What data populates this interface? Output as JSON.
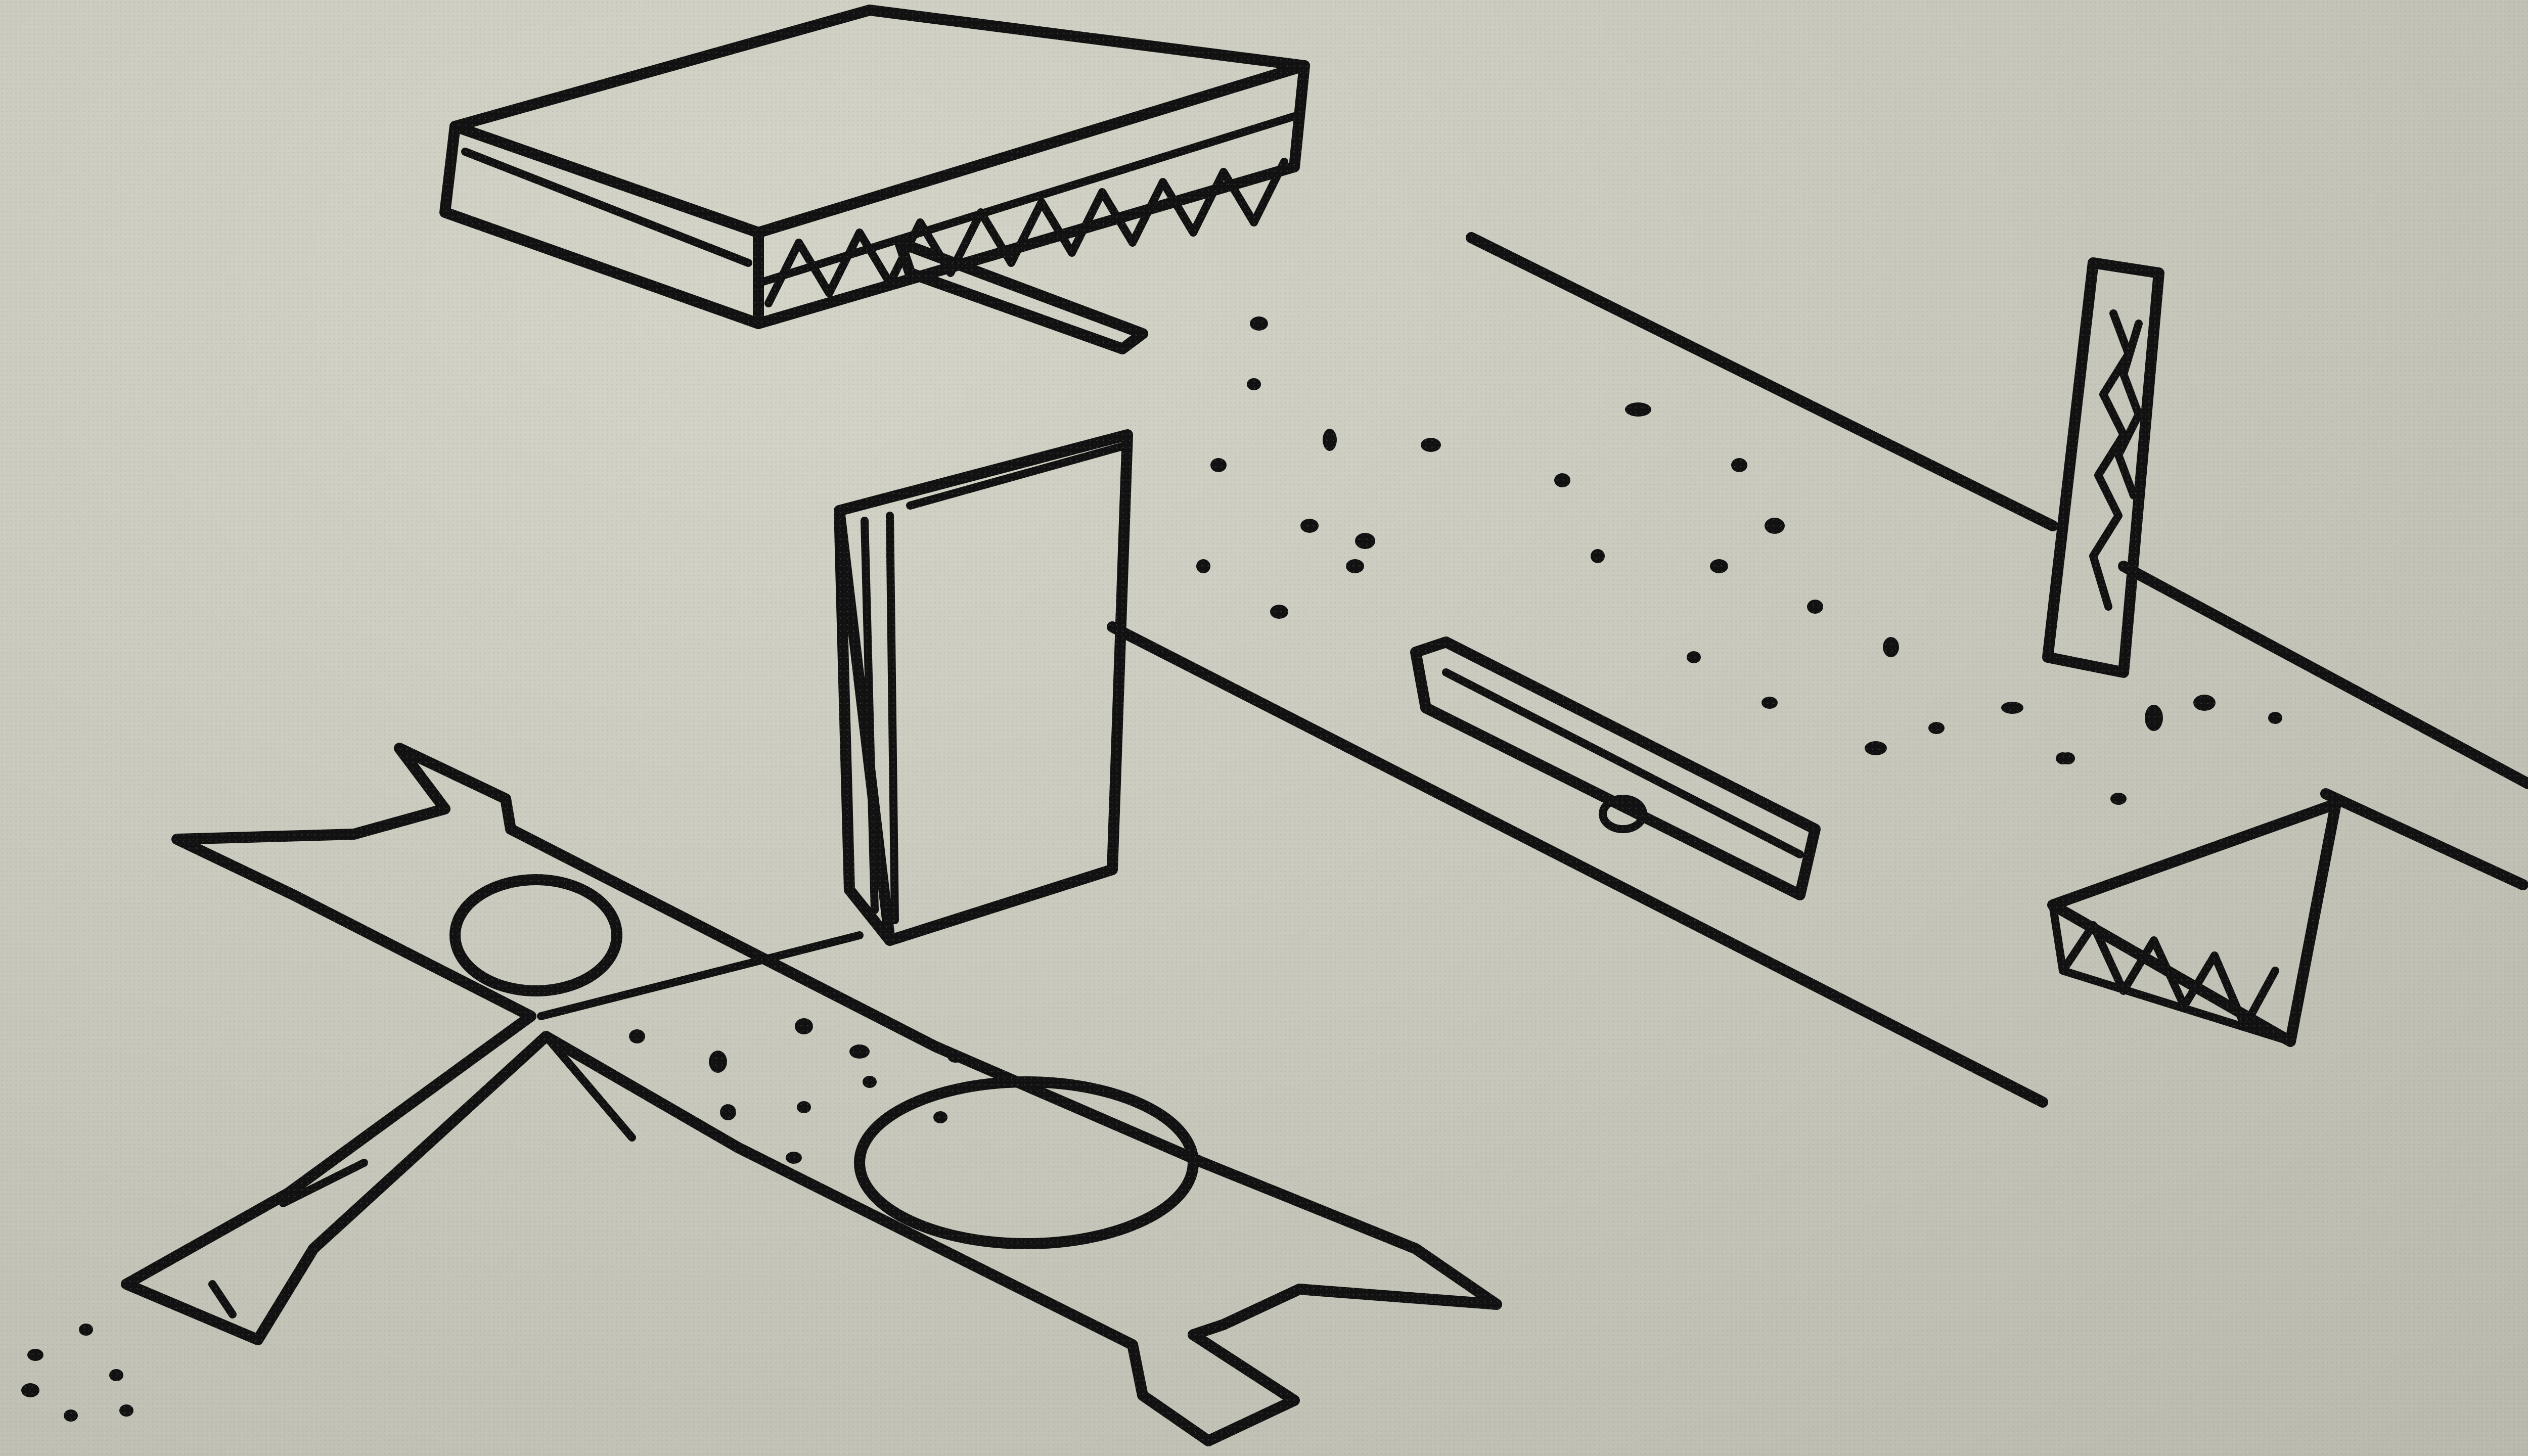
{
  "artwork": {
    "kind": "architectural ink sketch",
    "colors": {
      "paper": "#c9c8bd",
      "ink": "#111111"
    },
    "elements": [
      "floating-slab",
      "upright-block",
      "long-plane",
      "tall-post",
      "low-bar",
      "small-slab",
      "cross-platform",
      "dot-scatter"
    ]
  }
}
